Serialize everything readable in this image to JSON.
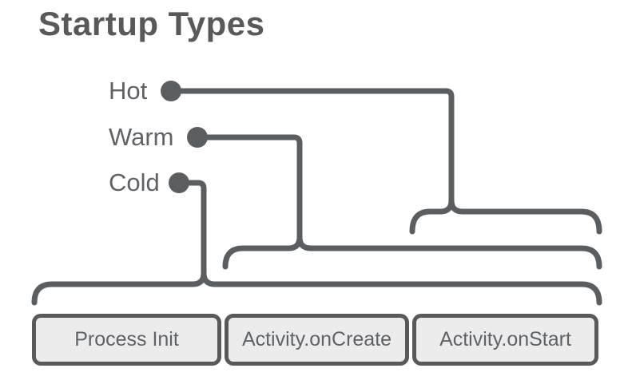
{
  "title": "Startup Types",
  "diagram": {
    "types": [
      {
        "label": "Hot",
        "covers": [
          "Activity.onStart"
        ]
      },
      {
        "label": "Warm",
        "covers": [
          "Activity.onCreate",
          "Activity.onStart"
        ]
      },
      {
        "label": "Cold",
        "covers": [
          "Process Init",
          "Activity.onCreate",
          "Activity.onStart"
        ]
      }
    ],
    "stages": [
      "Process Init",
      "Activity.onCreate",
      "Activity.onStart"
    ]
  },
  "colors": {
    "ink": "#5b5e61",
    "box_border": "#58595b",
    "box_fill": "#ececec",
    "text": "#5f6368",
    "background": "#ffffff"
  }
}
